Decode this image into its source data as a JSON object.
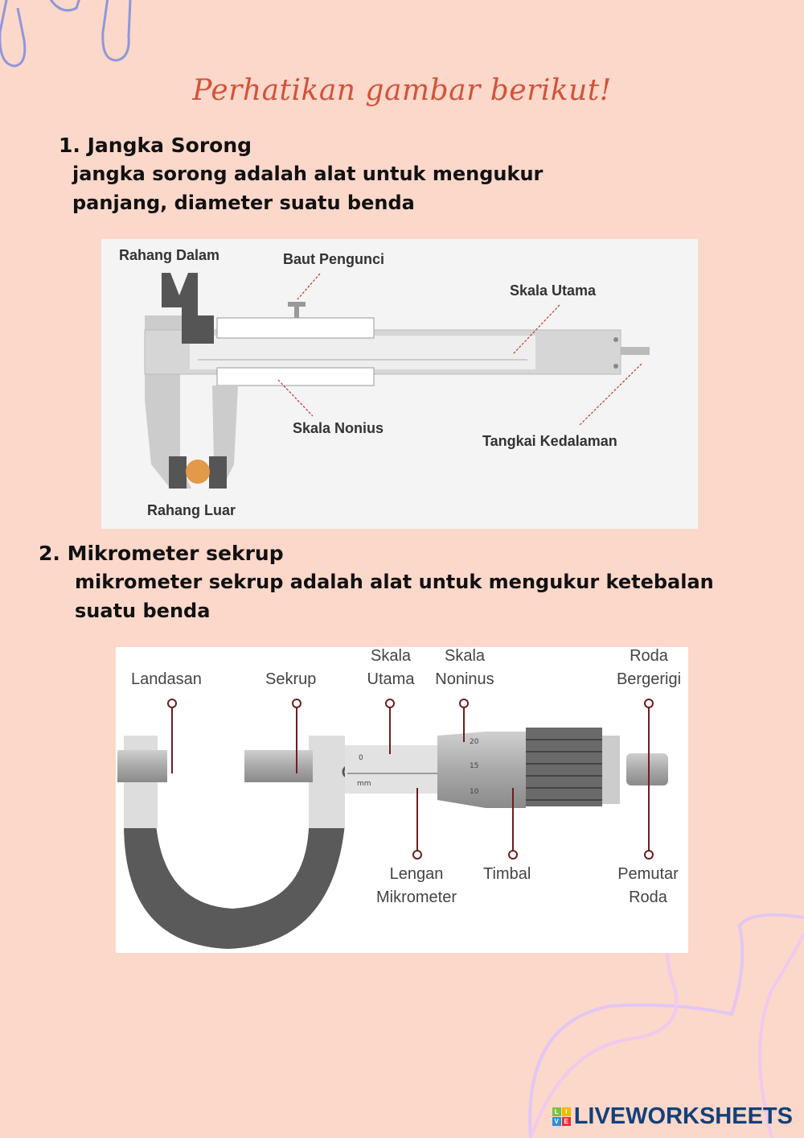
{
  "title": "Perhatikan gambar berikut!",
  "section1": {
    "heading": "1. Jangka Sorong",
    "line1": "jangka sorong adalah alat untuk mengukur",
    "line2": "panjang, diameter suatu benda",
    "labels": {
      "rahang_dalam": "Rahang Dalam",
      "baut_pengunci": "Baut Pengunci",
      "skala_utama": "Skala Utama",
      "skala_nonius": "Skala Nonius",
      "tangkai_kedalaman": "Tangkai Kedalaman",
      "rahang_luar": "Rahang Luar"
    }
  },
  "section2": {
    "heading": "2. Mikrometer sekrup",
    "line1": "mikrometer sekrup adalah alat untuk mengukur ketebalan",
    "line2": "suatu benda",
    "labels": {
      "landasan": "Landasan",
      "sekrup": "Sekrup",
      "skala_utama_1": "Skala",
      "skala_utama_2": "Utama",
      "skala_noninus_1": "Skala",
      "skala_noninus_2": "Noninus",
      "roda_bergerigi_1": "Roda",
      "roda_bergerigi_2": "Bergerigi",
      "lengan_1": "Lengan",
      "lengan_2": "Mikrometer",
      "timbal": "Timbal",
      "pemutar_1": "Pemutar",
      "pemutar_2": "Roda"
    },
    "scale": {
      "zero": "0",
      "unit": "mm",
      "t20": "20",
      "t15": "15",
      "t10": "10"
    }
  },
  "footer": {
    "logo": "LIVEWORKSHEETS",
    "logo_letters": [
      "L",
      "I",
      "V",
      "E"
    ]
  },
  "colors": {
    "background": "#fbd8ca",
    "title": "#d2533a",
    "logo": "#13407a"
  }
}
